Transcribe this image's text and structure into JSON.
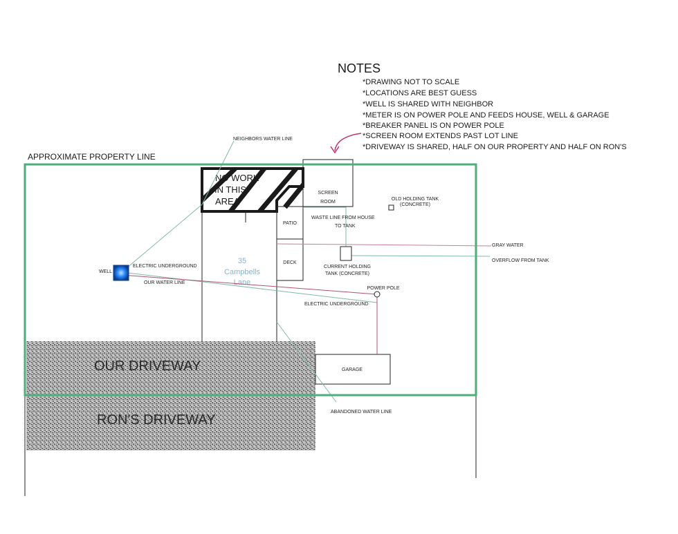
{
  "notes": {
    "heading": "NOTES",
    "items": [
      "*DRAWING NOT TO SCALE",
      "*LOCATIONS ARE BEST GUESS",
      "*WELL IS SHARED WITH NEIGHBOR",
      "*METER IS ON POWER POLE AND FEEDS HOUSE, WELL & GARAGE",
      "*BREAKER PANEL IS ON POWER POLE",
      "*SCREEN ROOM EXTENDS PAST LOT LINE",
      "*DRIVEWAY IS SHARED, HALF ON OUR PROPERTY AND HALF ON RON'S"
    ]
  },
  "labels": {
    "property_line": "APPROXIMATE PROPERTY LINE",
    "neighbors_water_line": "NEIGHBORS WATER LINE",
    "no_work_1": "NO WORK",
    "no_work_2": "IN THIS",
    "no_work_3": "AREA",
    "screen_room_1": "SCREEN",
    "screen_room_2": "ROOM",
    "old_tank_1": "OLD HOLDING TANK",
    "old_tank_2": "(CONCRETE)",
    "patio": "PATIO",
    "waste_line_1": "WASTE LINE FROM HOUSE",
    "waste_line_2": "TO TANK",
    "deck": "DECK",
    "address_1": "35",
    "address_2": "Campbells",
    "address_3": "Lane",
    "gray_water": "GRAY WATER",
    "overflow": "OVERFLOW FROM TANK",
    "current_tank_1": "CURRENT HOLDING",
    "current_tank_2": "TANK (CONCRETE)",
    "well": "WELL",
    "electric_underground_well": "ELECTRIC UNDERGROUND",
    "our_water_line": "OUR WATER LINE",
    "power_pole": "POWER POLE",
    "electric_underground_pole": "ELECTRIC UNDERGROUND",
    "garage": "GARAGE",
    "our_driveway": "OUR DRIVEWAY",
    "rons_driveway": "RON'S DRIVEWAY",
    "abandoned_water_line": "ABANDONED WATER LINE"
  },
  "colors": {
    "property_line": "#4caf7a",
    "water_line": "#7fb9a8",
    "gray_water_line": "#c57fa0",
    "electric_line": "#b05070",
    "notes_arrow": "#c0306a",
    "driveway_fill": "#9a9a9a",
    "well_glow": "#2a8cff",
    "ink": "#1a1a1a"
  }
}
